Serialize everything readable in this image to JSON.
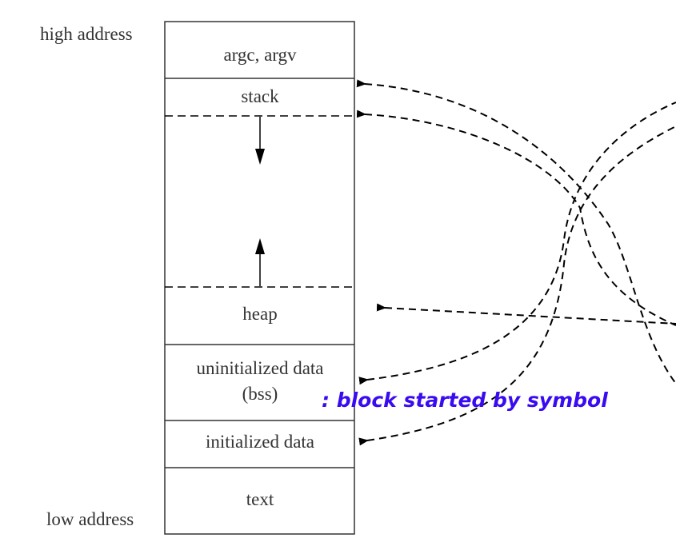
{
  "labels": {
    "high_address": "high address",
    "low_address": "low address"
  },
  "segments": [
    {
      "label": "argc, argv"
    },
    {
      "label": "stack"
    },
    {
      "label": "heap"
    },
    {
      "label_line1": "uninitialized data",
      "label_line2": "(bss)"
    },
    {
      "label": "initialized data"
    },
    {
      "label": "text"
    }
  ],
  "annotation": {
    "text": ": block started by symbol",
    "color": "#3a0af0"
  }
}
